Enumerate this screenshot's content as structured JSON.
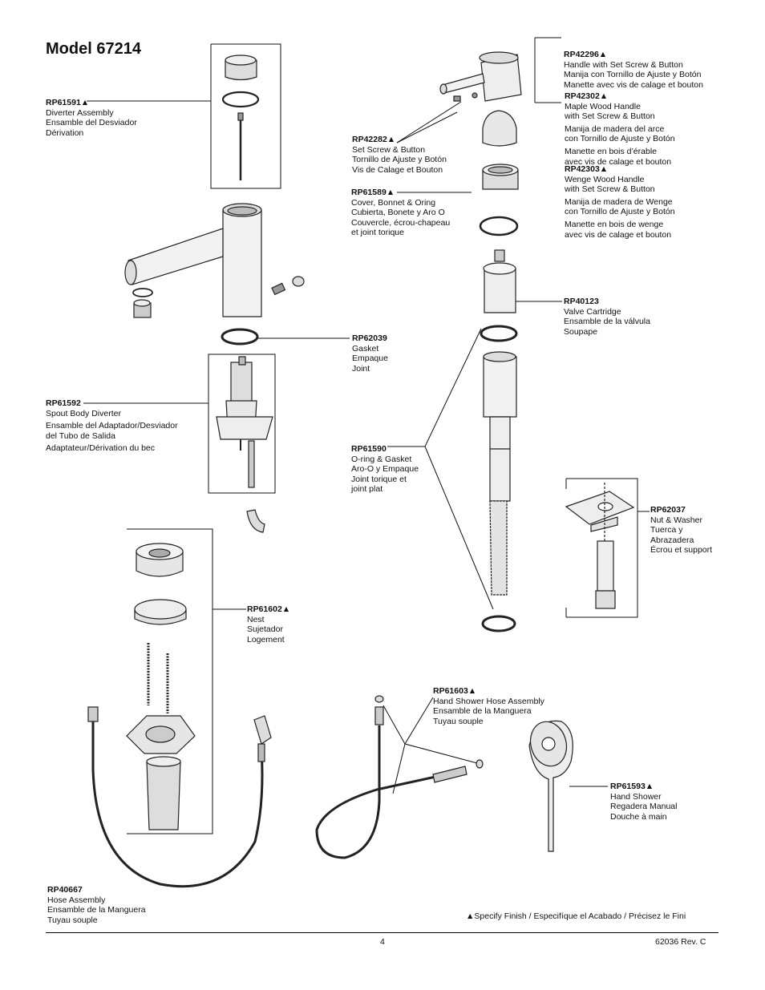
{
  "title": "Model 67214",
  "parts": {
    "rp61591": {
      "code": "RP61591▲",
      "lines": [
        "Diverter Assembly",
        "Ensamble del Desviador",
        "Dérivation"
      ]
    },
    "rp61592": {
      "code": "RP61592",
      "lines": [
        "Spout Body Diverter",
        "Ensamble del Adaptador/Desviador",
        "del Tubo de Salida",
        "Adaptateur/Dérivation du bec"
      ]
    },
    "rp40667": {
      "code": "RP40667",
      "lines": [
        "Hose Assembly",
        "Ensamble de la Manguera",
        "Tuyau souple"
      ]
    },
    "rp42282": {
      "code": "RP42282▲",
      "lines": [
        "Set Screw & Button",
        "Tornillo de Ajuste y Botón",
        "Vis de Calage et Bouton"
      ]
    },
    "rp61589": {
      "code": "RP61589▲",
      "lines": [
        "Cover, Bonnet & Oring",
        "Cubierta, Bonete y Aro O",
        "Couvercle, écrou-chapeau",
        "et joint torique"
      ]
    },
    "rp62039": {
      "code": "RP62039",
      "lines": [
        "Gasket",
        "Empaque",
        "Joint"
      ]
    },
    "rp61590": {
      "code": "RP61590",
      "lines": [
        "O-ring & Gasket",
        "Aro-O y Empaque",
        "Joint torique et",
        "joint plat"
      ]
    },
    "rp61602": {
      "code": "RP61602▲",
      "lines": [
        "Nest",
        "Sujetador",
        "Logement"
      ]
    },
    "rp42296": {
      "code": "RP42296▲",
      "lines": [
        "Handle with Set Screw & Button",
        "Manija con Tornillo de Ajuste y Botón",
        "Manette avec vis de calage et bouton"
      ]
    },
    "rp42302": {
      "code": "RP42302▲",
      "lines": [
        "Maple Wood Handle",
        "with Set Screw & Button",
        "Manija de madera del arce",
        "con Tornillo de Ajuste y Botón",
        "Manette en bois d’érable",
        "avec vis de calage et bouton"
      ]
    },
    "rp42303": {
      "code": "RP42303▲",
      "lines": [
        "Wenge Wood Handle",
        "with Set Screw & Button",
        "Manija de madera de Wenge",
        "con Tornillo de Ajuste y Botón",
        "Manette en bois de wenge",
        "avec vis de calage et bouton"
      ]
    },
    "rp40123": {
      "code": "RP40123",
      "lines": [
        "Valve Cartridge",
        "Ensamble de la válvula",
        "Soupape"
      ]
    },
    "rp62037": {
      "code": "RP62037",
      "lines": [
        "Nut & Washer",
        "Tuerca y",
        "Abrazadera",
        "Écrou et support"
      ]
    },
    "rp61603": {
      "code": "RP61603▲",
      "lines": [
        "Hand Shower Hose Assembly",
        "Ensamble de la Manguera",
        "Tuyau souple"
      ]
    },
    "rp61593": {
      "code": "RP61593▲",
      "lines": [
        "Hand Shower",
        "Regadera Manual",
        "Douche à main"
      ]
    }
  },
  "footer": {
    "note": "▲Specify Finish / Especifíque el Acabado / Précisez le Fini",
    "page": "4",
    "doc": "62036  Rev. C"
  }
}
